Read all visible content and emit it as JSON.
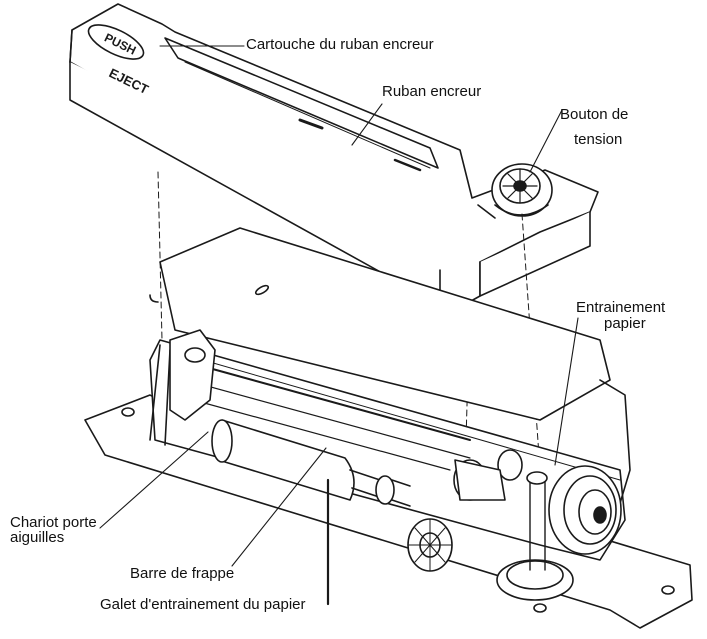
{
  "labels": {
    "cartouche": "Cartouche du ruban encreur",
    "ruban": "Ruban encreur",
    "bouton_1": "Bouton de",
    "bouton_2": "tension",
    "entrainement_1": "Entrainement",
    "entrainement_2": "papier",
    "chariot_1": "Chariot porte",
    "chariot_2": "aiguilles",
    "barre": "Barre de frappe",
    "galet": "Galet d'entrainement du papier"
  },
  "cartridge_text": {
    "push": "PUSH",
    "eject": "EJECT"
  },
  "colors": {
    "ink": "#1a1a1a",
    "paper": "#ffffff",
    "shade": "#d9d9d9"
  }
}
